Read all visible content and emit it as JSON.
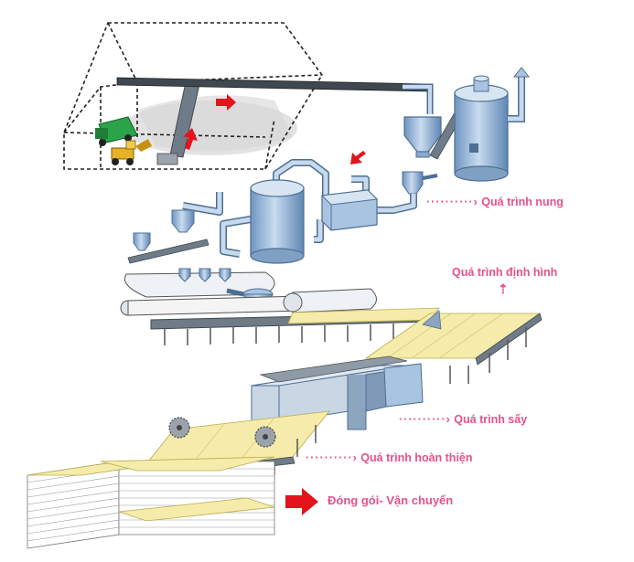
{
  "colors": {
    "label": "#e8508a",
    "arrow": "#e3141b",
    "pipe_fill": "#a9c4e0",
    "pipe_stroke": "#4d6f93",
    "board": "#f5ecab",
    "conveyor": "#6f7c87",
    "dryer": "#8ea5bf"
  },
  "icons": {
    "loader": "front-loader-icon",
    "truck": "dump-truck-icon",
    "saw": "circular-saw-icon",
    "flow_arrow": "red-arrow-icon"
  },
  "stages": {
    "calcination": {
      "dots": "··········›",
      "label": "Quá trình nung"
    },
    "forming": {
      "arrow": "⇡",
      "label": "Quá trình định hình"
    },
    "drying": {
      "dots": "··········›",
      "label": "Quá trình sấy"
    },
    "finishing": {
      "dots": "··········›",
      "label": "Quá trình hoàn thiện"
    },
    "packing": {
      "label": "Đóng gói- Vận chuyển"
    }
  }
}
